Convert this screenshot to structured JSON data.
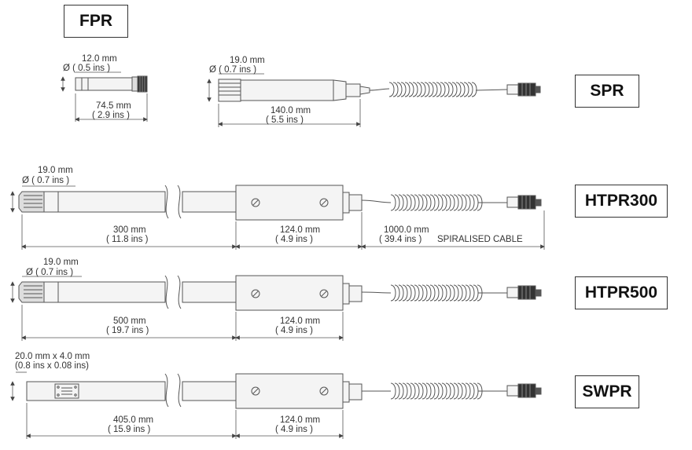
{
  "labels": {
    "fpr": "FPR",
    "spr": "SPR",
    "htpr300": "HTPR300",
    "htpr500": "HTPR500",
    "swpr": "SWPR"
  },
  "fpr": {
    "dia_mm": "12.0 mm",
    "dia_in": "Ø ( 0.5 ins )",
    "len_mm": "74.5 mm",
    "len_in": "( 2.9 ins )"
  },
  "spr": {
    "dia_mm": "19.0 mm",
    "dia_in": "Ø ( 0.7 ins )",
    "len_mm": "140.0 mm",
    "len_in": "( 5.5 ins )"
  },
  "htpr300": {
    "dia_mm": "19.0 mm",
    "dia_in": "Ø ( 0.7 ins )",
    "probe_mm": "300 mm",
    "probe_in": "( 11.8 ins )",
    "handle_mm": "124.0 mm",
    "handle_in": "( 4.9 ins )",
    "cable_mm": "1000.0 mm",
    "cable_in": "( 39.4 ins )",
    "cable_note": "SPIRALISED CABLE"
  },
  "htpr500": {
    "dia_mm": "19.0 mm",
    "dia_in": "Ø ( 0.7 ins )",
    "probe_mm": "500 mm",
    "probe_in": "( 19.7 ins )",
    "handle_mm": "124.0 mm",
    "handle_in": "( 4.9 ins )"
  },
  "swpr": {
    "size_mm": "20.0 mm x 4.0 mm",
    "size_in": "(0.8 ins x 0.08 ins)",
    "probe_mm": "405.0 mm",
    "probe_in": "( 15.9 ins )",
    "handle_mm": "124.0 mm",
    "handle_in": "( 4.9 ins )"
  },
  "colors": {
    "line": "#555555",
    "fill": "#f4f4f4",
    "dark": "#333333"
  }
}
